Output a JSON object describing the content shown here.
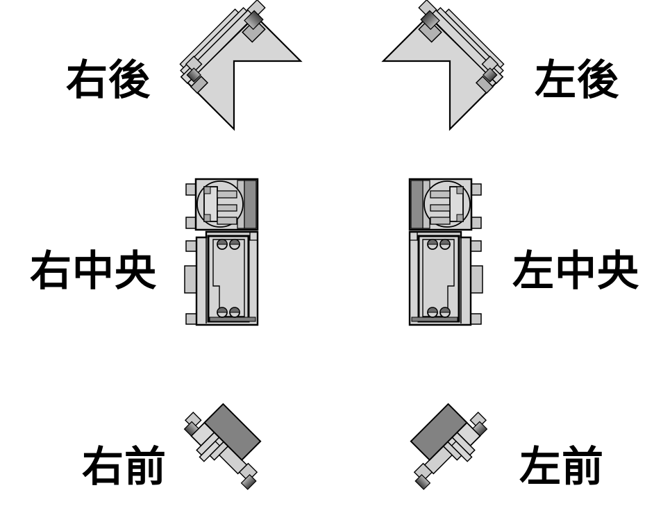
{
  "labels": {
    "rear_right": "右後",
    "rear_left": "左後",
    "center_right": "右中央",
    "center_left": "左中央",
    "front_right": "右前",
    "front_left": "左前"
  },
  "colors": {
    "background": "#ffffff",
    "outline": "#000000",
    "plate_light": "#d6d6d6",
    "strip_light": "#d8d8d8",
    "panel_light": "#d4d4d4",
    "cap_light": "#cacaca",
    "cap_medium": "#b2b2b2",
    "tab_light": "#c8c8c8",
    "block_dark": "#828282",
    "strip_dark": "#8c8c8c",
    "bolt_dark": "#696969",
    "bar_dark": "#7c7c7c",
    "gradient_dark": "#3e3e3e",
    "gradient_light": "#b8b8b8",
    "label_color": "#000000"
  }
}
